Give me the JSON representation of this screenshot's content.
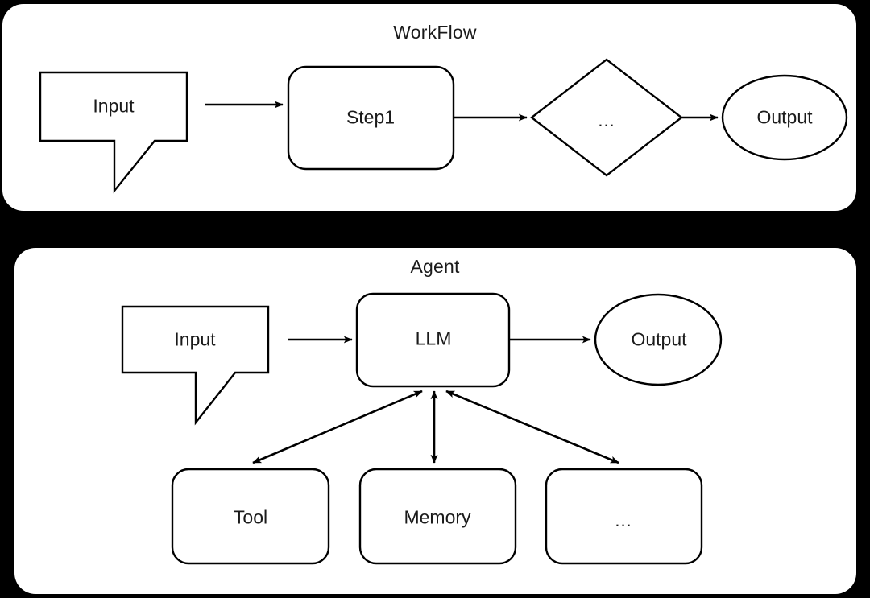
{
  "diagram": {
    "title_workflow": "WorkFlow",
    "title_agent": "Agent",
    "background_color": "#000000",
    "panel_color": "#ffffff",
    "stroke_color": "#000000",
    "text_color": "#1a1a1a"
  },
  "workflow": {
    "title": "WorkFlow",
    "nodes": [
      {
        "id": "wf-input",
        "label": "Input",
        "shape": "callout"
      },
      {
        "id": "wf-step1",
        "label": "Step1",
        "shape": "rounded-rect"
      },
      {
        "id": "wf-decision",
        "label": "...",
        "shape": "diamond"
      },
      {
        "id": "wf-output",
        "label": "Output",
        "shape": "ellipse"
      }
    ],
    "edges": [
      {
        "from": "wf-input",
        "to": "wf-step1",
        "style": "arrow"
      },
      {
        "from": "wf-step1",
        "to": "wf-decision",
        "style": "arrow"
      },
      {
        "from": "wf-decision",
        "to": "wf-output",
        "style": "arrow"
      }
    ]
  },
  "agent": {
    "title": "Agent",
    "nodes": [
      {
        "id": "ag-input",
        "label": "Input",
        "shape": "callout"
      },
      {
        "id": "ag-llm",
        "label": "LLM",
        "shape": "rounded-rect"
      },
      {
        "id": "ag-output",
        "label": "Output",
        "shape": "ellipse"
      },
      {
        "id": "ag-tool",
        "label": "Tool",
        "shape": "rounded-rect"
      },
      {
        "id": "ag-memory",
        "label": "Memory",
        "shape": "rounded-rect"
      },
      {
        "id": "ag-more",
        "label": "...",
        "shape": "rounded-rect"
      }
    ],
    "edges": [
      {
        "from": "ag-input",
        "to": "ag-llm",
        "style": "arrow"
      },
      {
        "from": "ag-llm",
        "to": "ag-output",
        "style": "arrow"
      },
      {
        "from": "ag-llm",
        "to": "ag-tool",
        "style": "double-arrow"
      },
      {
        "from": "ag-llm",
        "to": "ag-memory",
        "style": "double-arrow"
      },
      {
        "from": "ag-llm",
        "to": "ag-more",
        "style": "double-arrow"
      }
    ]
  }
}
